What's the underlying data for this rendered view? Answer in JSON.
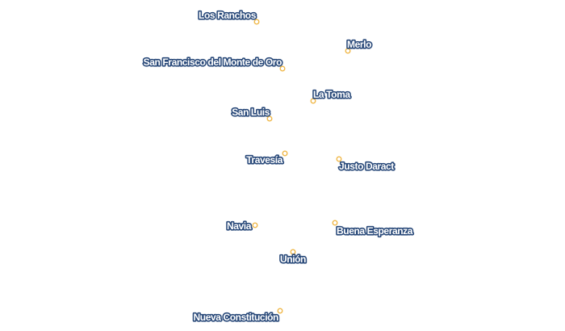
{
  "map": {
    "places": [
      {
        "id": "los-ranchos",
        "name": "Los Ranchos"
      },
      {
        "id": "merlo",
        "name": "Merlo"
      },
      {
        "id": "san-francisco-del-monte-de-oro",
        "name": "San Francisco del Monte de Oro"
      },
      {
        "id": "la-toma",
        "name": "La Toma"
      },
      {
        "id": "san-luis",
        "name": "San Luis"
      },
      {
        "id": "travesia",
        "name": "Travesía"
      },
      {
        "id": "justo-daract",
        "name": "Justo Daract"
      },
      {
        "id": "navia",
        "name": "Navia"
      },
      {
        "id": "buena-esperanza",
        "name": "Buena Esperanza"
      },
      {
        "id": "union",
        "name": "Unión"
      },
      {
        "id": "nueva-constitucion",
        "name": "Nueva Constitución"
      }
    ],
    "colors": {
      "marker_stroke": "#f0b84a",
      "label_fill": "#ffffff",
      "label_halo": "#2a4a7a"
    }
  }
}
